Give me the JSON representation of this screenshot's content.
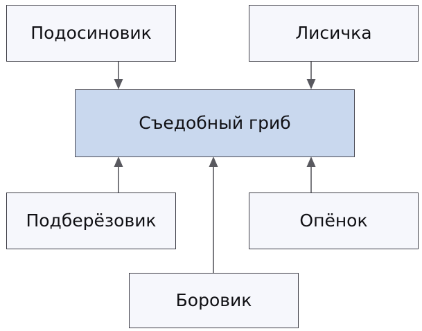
{
  "diagram": {
    "type": "concept-map",
    "title": "",
    "orientation": "converging-to-center",
    "colors": {
      "central_fill": "#c9d8ee",
      "node_fill": "#f6f7fc",
      "node_border": "#3b3b44",
      "connector": "#59595f",
      "text": "#101014",
      "background": "#ffffff"
    },
    "central": {
      "id": "central",
      "label": "Съедобный гриб"
    },
    "nodes": [
      {
        "id": "podosinovik",
        "label": "Подосиновик",
        "position": "top-left"
      },
      {
        "id": "lisichka",
        "label": "Лисичка",
        "position": "top-right"
      },
      {
        "id": "podberezovik",
        "label": "Подберёзовик",
        "position": "bottom-left"
      },
      {
        "id": "openok",
        "label": "Опёнок",
        "position": "bottom-right"
      },
      {
        "id": "borovik",
        "label": "Боровик",
        "position": "bottom-center"
      }
    ],
    "edges": [
      {
        "from": "podosinovik",
        "to": "central",
        "direction": "down"
      },
      {
        "from": "lisichka",
        "to": "central",
        "direction": "down"
      },
      {
        "from": "podberezovik",
        "to": "central",
        "direction": "up"
      },
      {
        "from": "borovik",
        "to": "central",
        "direction": "up"
      },
      {
        "from": "openok",
        "to": "central",
        "direction": "up"
      }
    ]
  }
}
